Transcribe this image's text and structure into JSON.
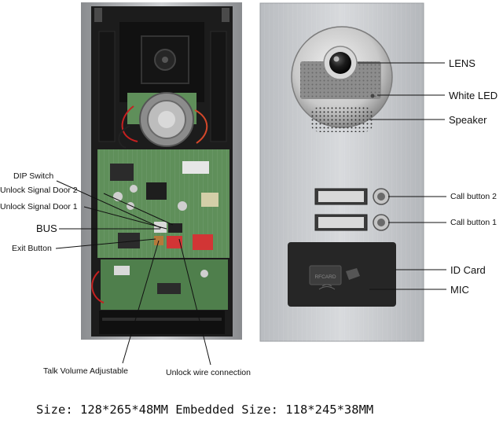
{
  "left_callouts": {
    "dip_switch": "DIP Switch",
    "unlock_door2": "Unlock Signal Door 2",
    "unlock_door1": "Unlock Signal Door 1",
    "bus": "BUS",
    "exit_button": "Exit Button",
    "talk_volume": "Talk Volume Adjustable",
    "unlock_wire": "Unlock wire connection"
  },
  "right_callouts": {
    "lens": "LENS",
    "white_led": "White LED",
    "speaker": "Speaker",
    "call_button_2": "Call button 2",
    "call_button_1": "Call button 1",
    "id_card": "ID Card",
    "mic": "MIC"
  },
  "card_reader_text": "RFCARD",
  "size_caption": "Size: 128*265*48MM Embedded Size: 118*245*38MM",
  "colors": {
    "panel_silver": "#c9cbce",
    "board_green": "#5f8f5a",
    "housing_black": "#1c1c1c"
  }
}
